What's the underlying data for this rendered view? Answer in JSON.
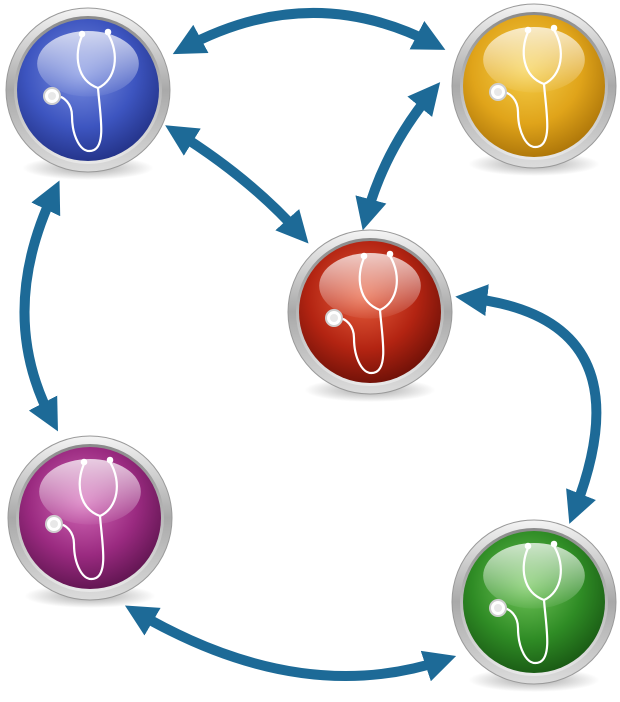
{
  "diagram": {
    "arrow_color": "#1d6a97",
    "nodes": [
      {
        "id": "node-blue",
        "icon": "stethoscope-icon",
        "color_light": "#7b8fe0",
        "color_mid": "#3d55c0",
        "color_dark": "#1d2a7a"
      },
      {
        "id": "node-orange",
        "icon": "stethoscope-icon",
        "color_light": "#f5cf4a",
        "color_mid": "#e0a41a",
        "color_dark": "#a06a05"
      },
      {
        "id": "node-red",
        "icon": "stethoscope-icon",
        "color_light": "#e8603e",
        "color_mid": "#b32412",
        "color_dark": "#5e0c05"
      },
      {
        "id": "node-purple",
        "icon": "stethoscope-icon",
        "color_light": "#d46ab8",
        "color_mid": "#9a2a80",
        "color_dark": "#521045"
      },
      {
        "id": "node-green",
        "icon": "stethoscope-icon",
        "color_light": "#72c65a",
        "color_mid": "#2f8c25",
        "color_dark": "#144d10"
      }
    ],
    "connections": [
      {
        "from": "node-blue",
        "to": "node-orange",
        "bidirectional": true
      },
      {
        "from": "node-blue",
        "to": "node-red",
        "bidirectional": true
      },
      {
        "from": "node-orange",
        "to": "node-red",
        "bidirectional": true
      },
      {
        "from": "node-blue",
        "to": "node-purple",
        "bidirectional": true
      },
      {
        "from": "node-red",
        "to": "node-green",
        "bidirectional": true
      },
      {
        "from": "node-purple",
        "to": "node-green",
        "bidirectional": true
      }
    ]
  }
}
